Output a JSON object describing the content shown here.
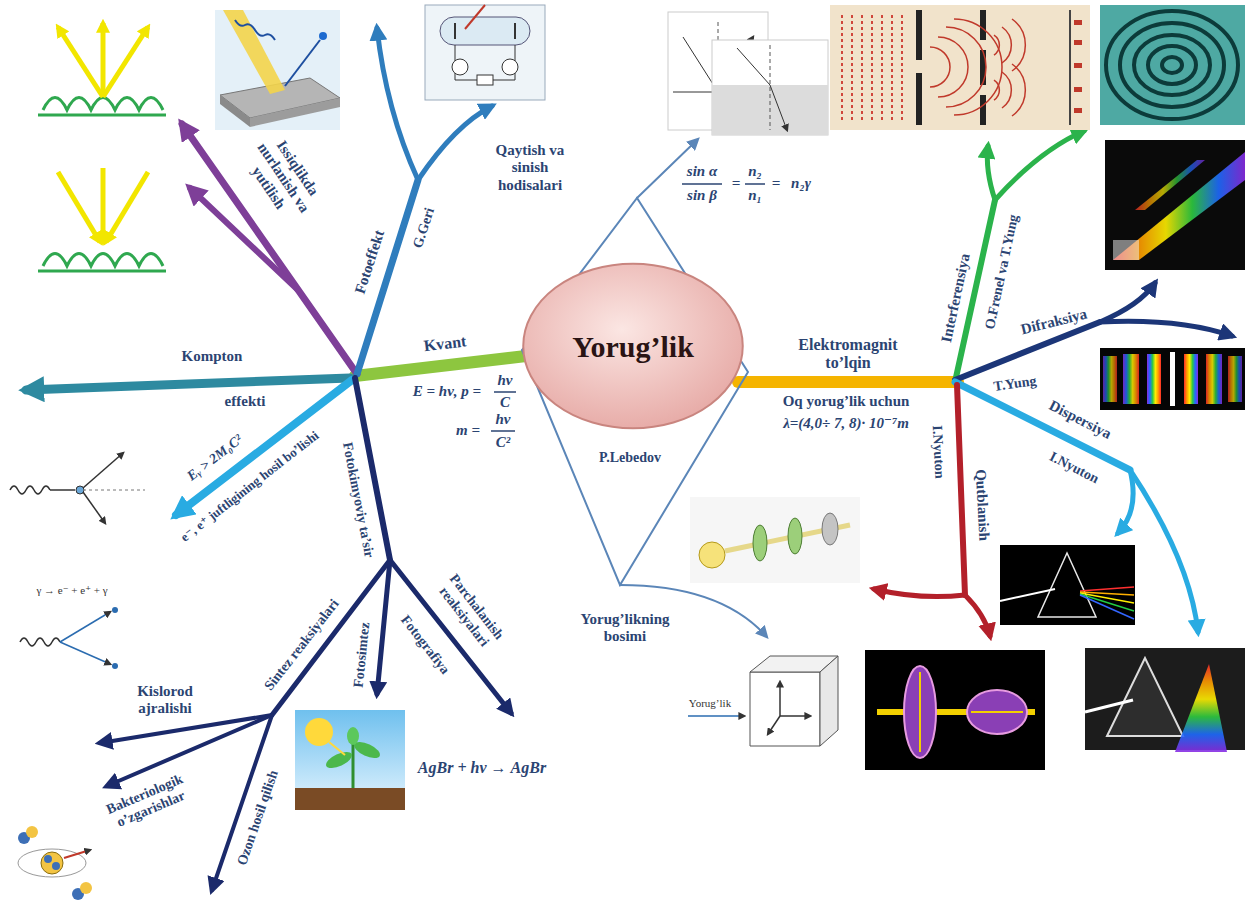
{
  "diagram": {
    "nodes": [
      {
        "text": [
          "Yorug’lik"
        ]
      }
    ],
    "labels": [
      "Issiqlikda nurlanish va yutilish",
      "Fotoeffekt",
      "G.Geri",
      "Qaytish va sinish hodisalari",
      "sin α",
      "sin β",
      "=",
      "n₂",
      "n₁",
      "=",
      "n₂γ",
      "Interferensiya",
      "O.Frenel va T.Yung",
      "Difraksiya",
      "T.Yung",
      "Dispersiya",
      "I.Nyuton",
      "Qutblanish",
      "I.Nyuton",
      "Elektromagnit to’lqin",
      "Oq yorug’lik uchun",
      "λ=(4,0÷ 7, 8)· 10⁻⁷m",
      "Kvant",
      "E = hν, p =",
      "hν",
      "C",
      "m =",
      "hν",
      "C²",
      "Kompton",
      "effekti",
      "Eᵧ > 2M₀C²",
      "e⁻, e⁺ juftligining hosil bo’lishi",
      "γ → e⁻ + e⁺ + γ",
      "Fotokimyoviy ta’sir",
      "Sintez reaksiyalari",
      "Fotosimtez",
      "Fotografiya",
      "Parchalanish reaksiyalari",
      "AgBr + hν → AgBr",
      "Kislorod ajralishi",
      "Bakteriologik o’zgarishlar",
      "Ozon hosil qilish",
      "P.Lebedov",
      "Yorug’likning bosimi",
      "Yorug’lik"
    ]
  }
}
